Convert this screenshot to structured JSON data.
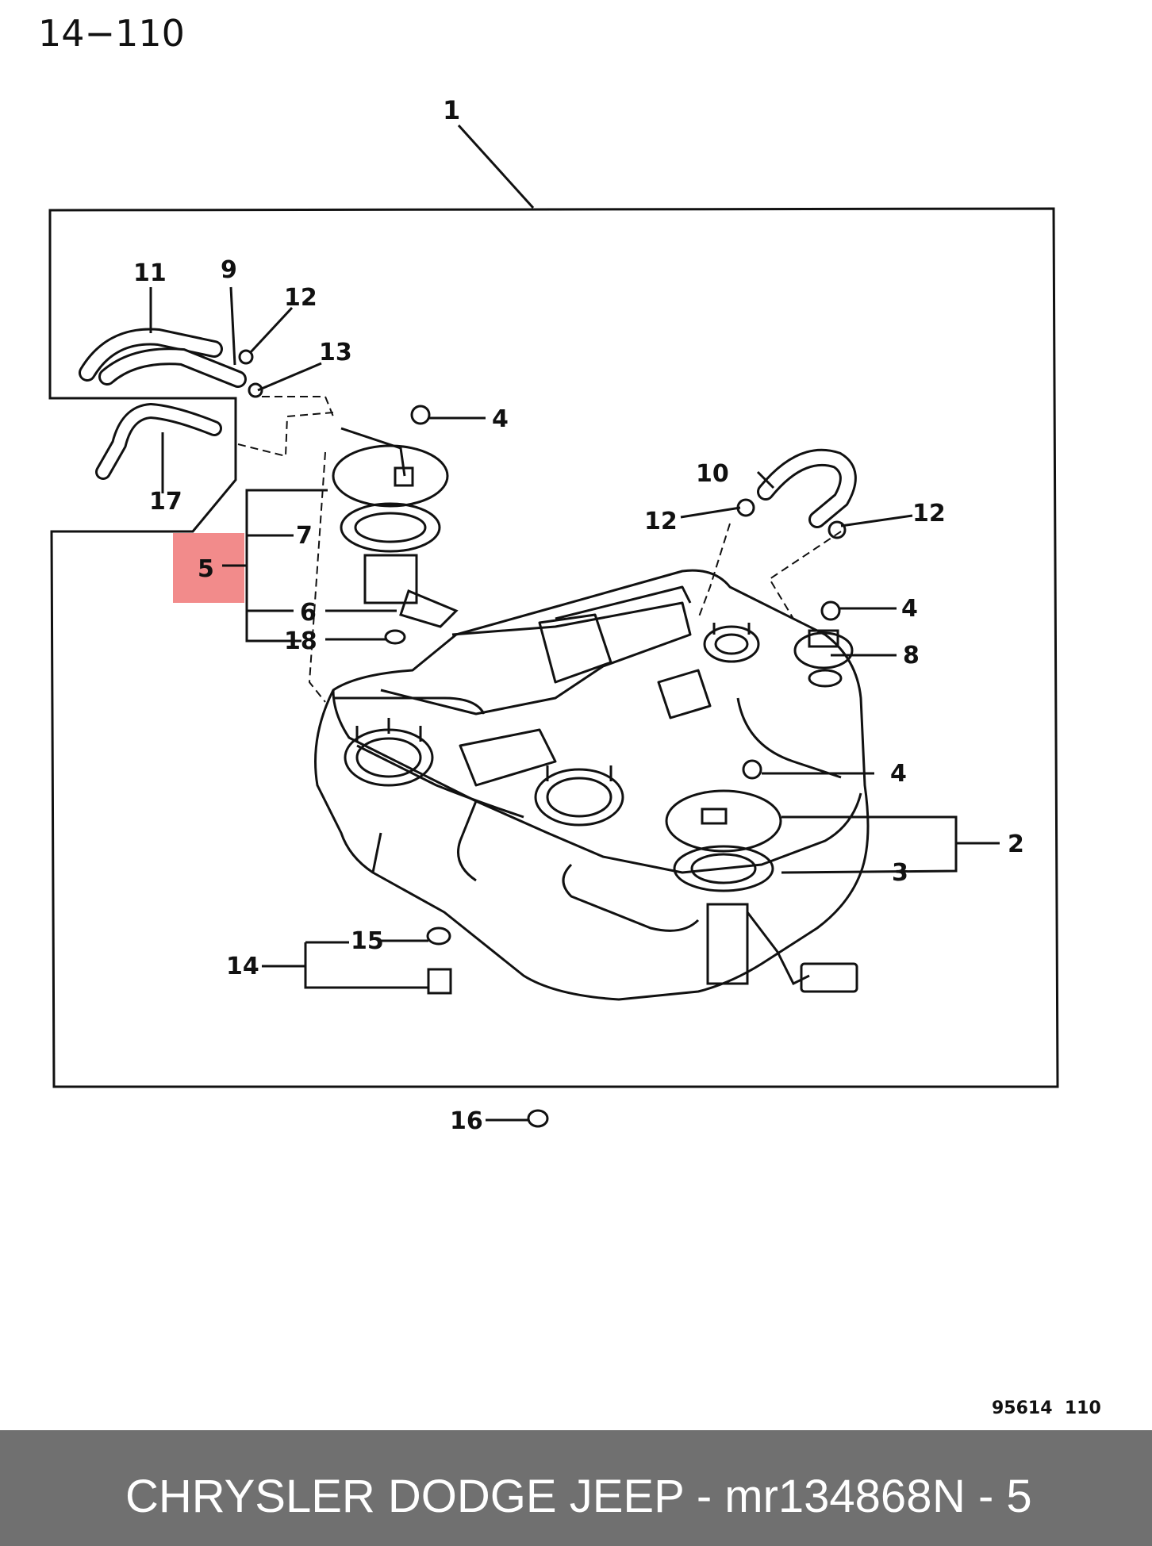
{
  "page_number": "14−110",
  "drawing_code": "95614  110",
  "highlight_color": "#f28b8b",
  "callouts": {
    "c1": "1",
    "c2": "2",
    "c3": "3",
    "c4a": "4",
    "c4b": "4",
    "c4c": "4",
    "c5": "5",
    "c6": "6",
    "c7": "7",
    "c8": "8",
    "c9": "9",
    "c10": "10",
    "c11": "11",
    "c12a": "12",
    "c12b": "12",
    "c12c": "12",
    "c13": "13",
    "c14": "14",
    "c15": "15",
    "c16": "16",
    "c17": "17",
    "c18": "18"
  },
  "footer": {
    "title": "CHRYSLER DODGE JEEP - mr134868",
    "ref": "N - 5"
  }
}
